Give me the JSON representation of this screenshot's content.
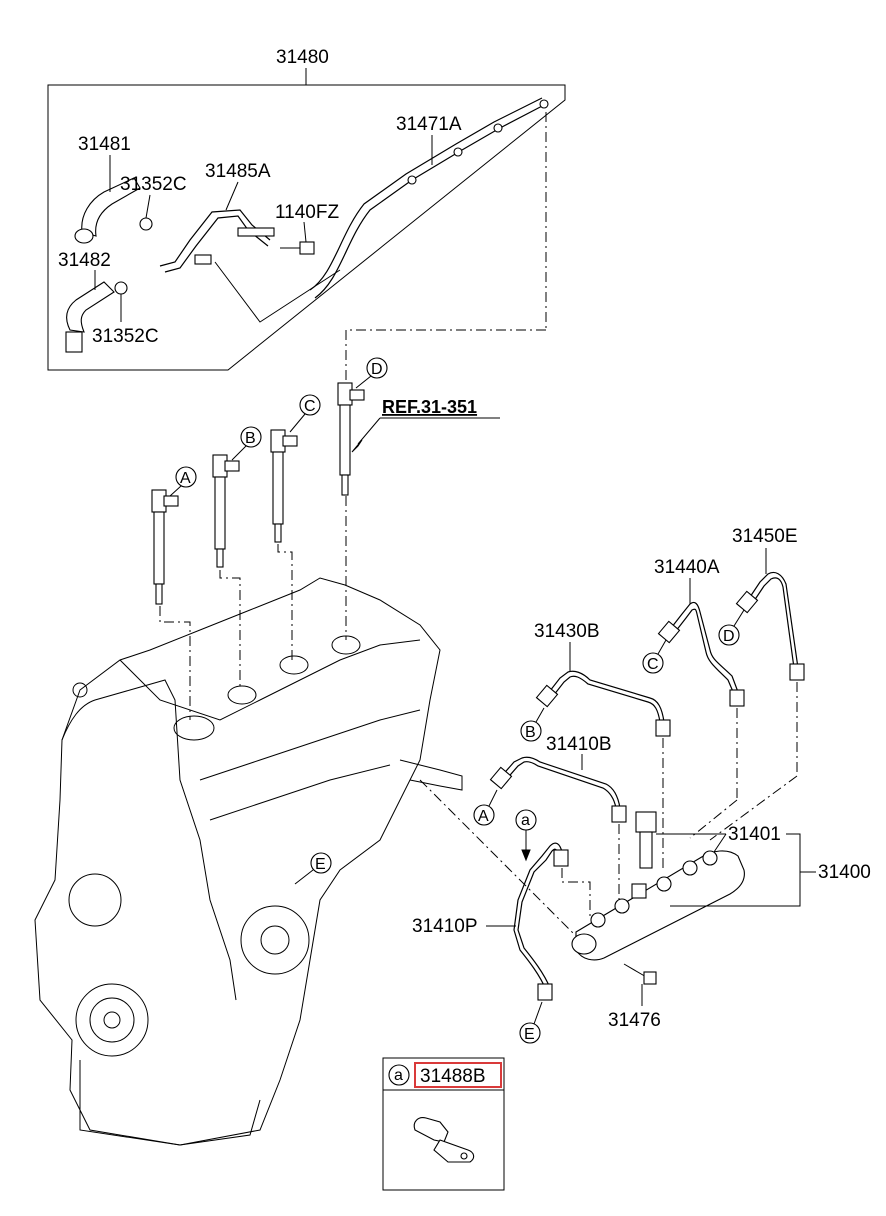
{
  "labels": {
    "l31480": "31480",
    "l31481": "31481",
    "l31352C_top": "31352C",
    "l31485A": "31485A",
    "l1140FZ": "1140FZ",
    "l31471A": "31471A",
    "l31482": "31482",
    "l31352C_bot": "31352C",
    "ref": "REF.31-351",
    "l31450E": "31450E",
    "l31440A": "31440A",
    "l31430B": "31430B",
    "l31410B": "31410B",
    "l31401": "31401",
    "l31400": "31400",
    "l31410P": "31410P",
    "l31476": "31476",
    "l31488B": "31488B"
  },
  "circles": {
    "A1": "A",
    "B1": "B",
    "C1": "C",
    "D1": "D",
    "A2": "A",
    "B2": "B",
    "C2": "C",
    "D2": "D",
    "E1": "E",
    "E2": "E",
    "a1": "a",
    "a2": "a"
  },
  "colors": {
    "highlight": "#d93a3a",
    "line": "#000000"
  }
}
